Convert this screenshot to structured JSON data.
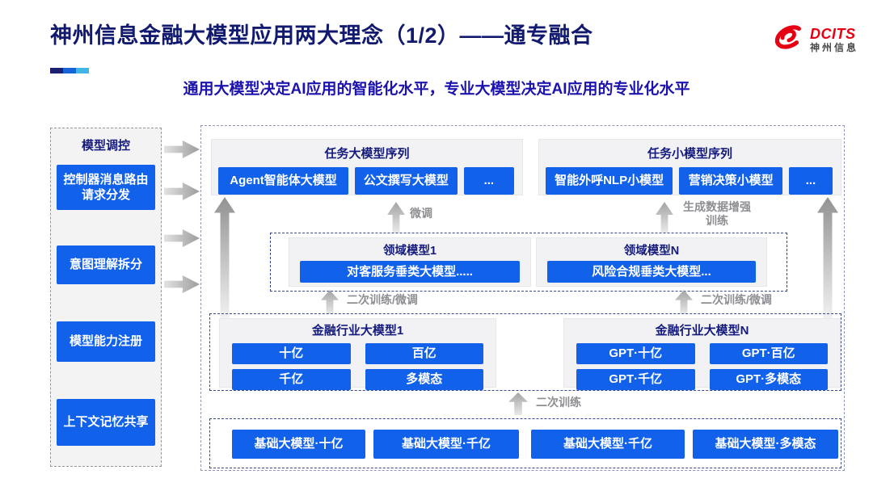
{
  "header": {
    "title": "神州信息金融大模型应用两大理念（1/2）——通专融合",
    "subtitle": "通用大模型决定AI应用的智能化水平，专业大模型决定AI应用的专业化水平",
    "logo": {
      "name": "DCITS",
      "cn": "神州信息"
    },
    "accent_colors": [
      "#1b2071",
      "#1565d8",
      "#41b6e6"
    ]
  },
  "colors": {
    "primary_blue": "#1161ea",
    "navy_heading": "#141b7c",
    "title_navy": "#111a6e",
    "subtitle_blue": "#1c12ae",
    "logo_red": "#e60012",
    "panel_gray": "#f2f2f4",
    "arrow_gray": "#a0a0a0"
  },
  "sidebar": {
    "title": "模型调控",
    "items": [
      "控制器消息路由请求分发",
      "意图理解拆分",
      "模型能力注册",
      "上下文记忆共享"
    ]
  },
  "flows": {
    "fine_tune": "微调",
    "gen_data_train": "生成数据增强训练",
    "retrain_ft_left": "二次训练/微调",
    "retrain_ft_right": "二次训练/微调",
    "retrain": "二次训练"
  },
  "task_large": {
    "title": "任务大模型序列",
    "items": [
      "Agent智能体大模型",
      "公文撰写大模型",
      "..."
    ]
  },
  "task_small": {
    "title": "任务小模型序列",
    "items": [
      "智能外呼NLP小模型",
      "营销决策小模型",
      "..."
    ]
  },
  "domain": {
    "groups": [
      {
        "title": "领域模型1",
        "item": "对客服务垂类大模型....."
      },
      {
        "title": "领域模型N",
        "item": "风险合规垂类大模型..."
      }
    ]
  },
  "industry": {
    "groups": [
      {
        "title": "金融行业大模型1",
        "items": [
          "十亿",
          "百亿",
          "千亿",
          "多模态"
        ]
      },
      {
        "title": "金融行业大模型N",
        "items": [
          "GPT·十亿",
          "GPT·百亿",
          "GPT·千亿",
          "GPT·多模态"
        ]
      }
    ]
  },
  "foundation": {
    "items": [
      "基础大模型·十亿",
      "基础大模型·千亿",
      "基础大模型·千亿",
      "基础大模型·多模态"
    ]
  }
}
